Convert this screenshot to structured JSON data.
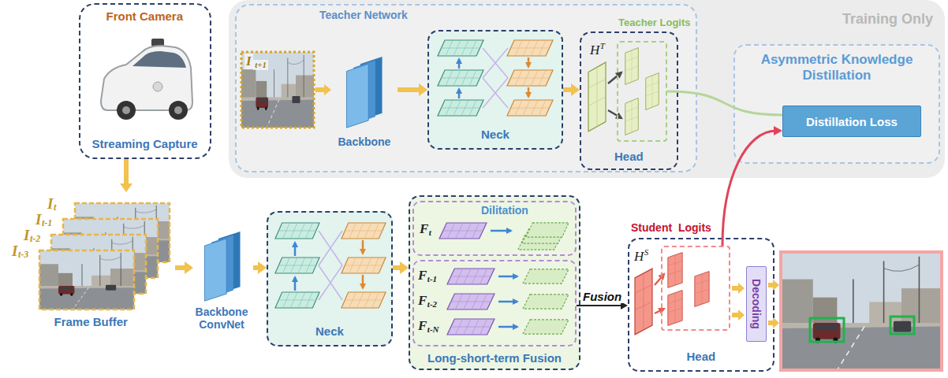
{
  "diagram": {
    "nodes": [
      {
        "text": [
          "Training Only"
        ]
      },
      {
        "text": [
          "Teacher Network"
        ],
        "in": 0
      },
      {
        "text": [
          "Backbone"
        ],
        "in": 1
      },
      {
        "text": [
          "Neck"
        ],
        "in": 1
      },
      {
        "text": [
          "H",
          "T",
          "Head"
        ],
        "in": 1
      },
      {
        "text": [
          "Teacher Logits"
        ],
        "in": 4
      },
      {
        "text": [
          "Asymmetric Knowledge Distillation"
        ],
        "in": 0
      },
      {
        "text": [
          "Distillation Loss"
        ],
        "in": 6
      },
      {
        "text": [
          "Front Camera",
          "Streaming Capture"
        ]
      },
      {
        "text": [
          "I",
          "t",
          "I",
          "t-1",
          "I",
          "t-2",
          "I",
          "t-3",
          "Frame Buffer"
        ]
      },
      {
        "text": [
          "Backbone ConvNet"
        ]
      },
      {
        "text": [
          "Neck"
        ]
      },
      {
        "text": [
          "Long-short-term Fusion"
        ]
      },
      {
        "text": [
          "Dilitation",
          "F",
          "t"
        ],
        "in": 12
      },
      {
        "text": [
          "F",
          "t-1",
          "F",
          "t-2",
          "F",
          "t-N"
        ],
        "in": 12
      },
      {
        "text": [
          "H",
          "S",
          "Head"
        ]
      },
      {
        "text": [
          "Student  Logits"
        ],
        "in": 15
      },
      {
        "text": [
          "Decoding"
        ],
        "in": 15
      }
    ],
    "edges": [
      {
        "from": 2,
        "to": 3,
        "arrow": "to"
      },
      {
        "from": 3,
        "to": 4,
        "arrow": "to"
      },
      {
        "from": 5,
        "to": 7,
        "arrow": "none"
      },
      {
        "from": 8,
        "to": 9,
        "arrow": "to"
      },
      {
        "from": 9,
        "to": 10,
        "arrow": "to"
      },
      {
        "from": 10,
        "to": 11,
        "arrow": "to"
      },
      {
        "from": 11,
        "to": 12,
        "arrow": "to"
      },
      {
        "from": 14,
        "to": 15,
        "label": "Fusion",
        "arrow": "to"
      },
      {
        "from": 16,
        "to": 7,
        "arrow": "to"
      }
    ],
    "labels": [
      "I",
      "t+1"
    ]
  }
}
